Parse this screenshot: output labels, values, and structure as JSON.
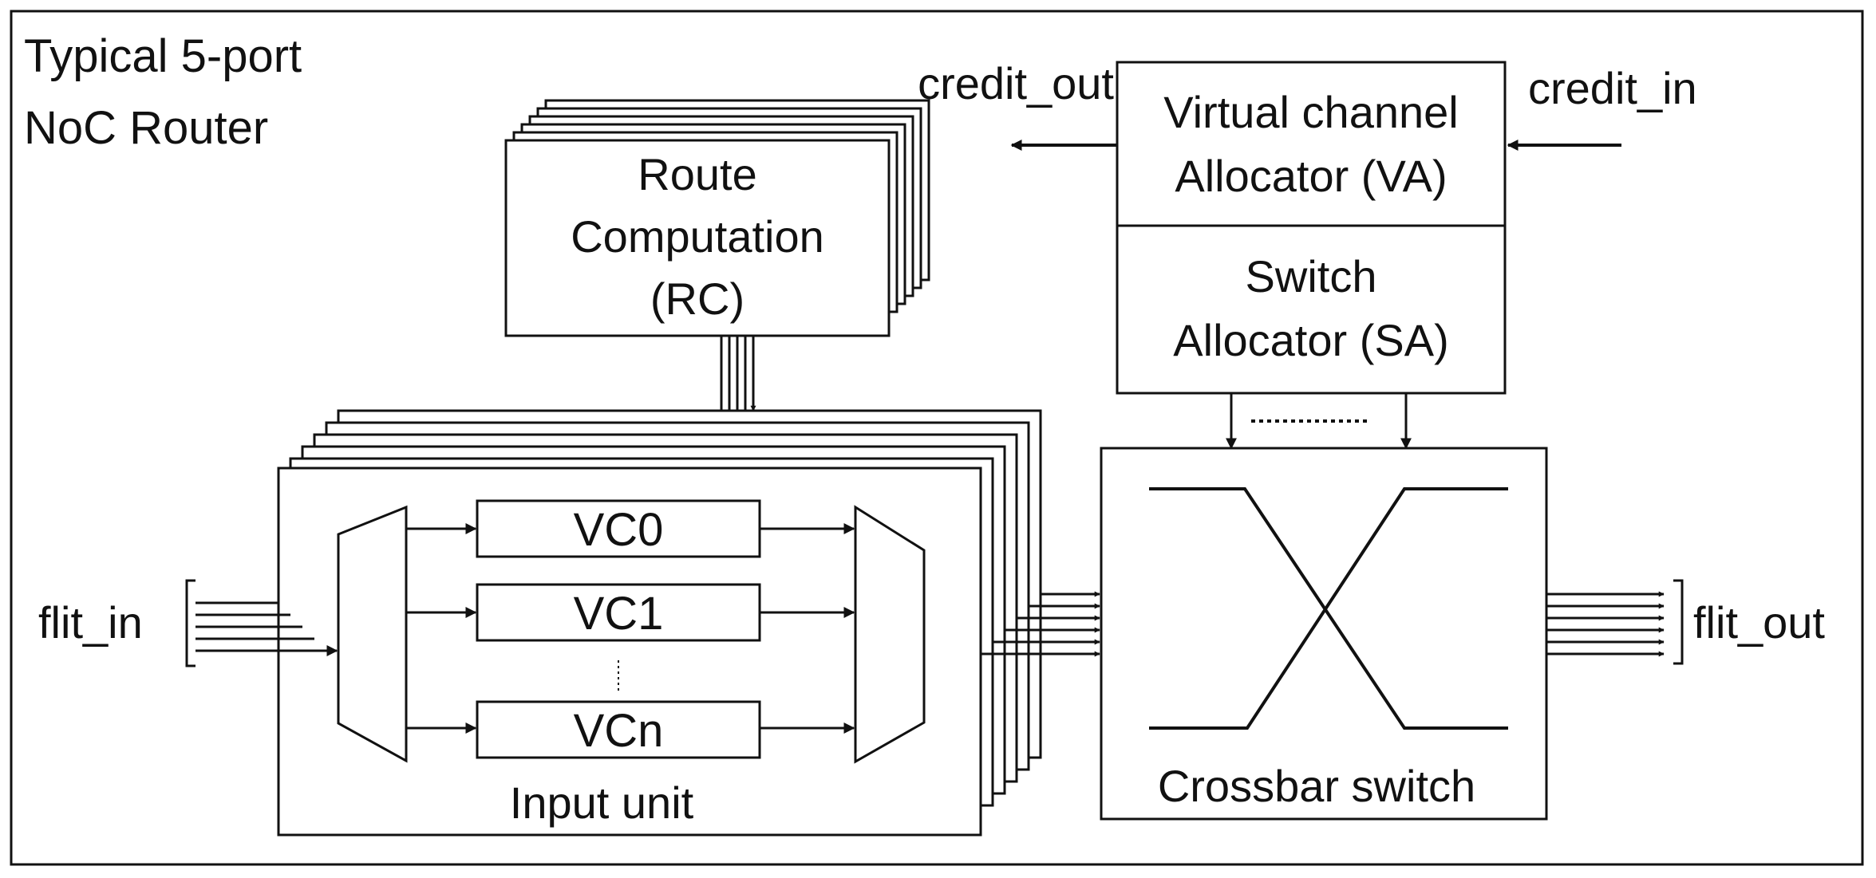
{
  "title": {
    "line1": "Typical 5-port",
    "line2": "NoC Router"
  },
  "route_computation": {
    "line1": "Route",
    "line2": "Computation",
    "line3": "(RC)"
  },
  "virtual_channel_allocator": {
    "line1": "Virtual channel",
    "line2": "Allocator (VA)"
  },
  "switch_allocator": {
    "line1": "Switch",
    "line2": "Allocator (SA)"
  },
  "input_unit": {
    "label": "Input unit",
    "vcs": [
      "VC0",
      "VC1",
      "VCn"
    ]
  },
  "crossbar": {
    "label": "Crossbar switch"
  },
  "ports": {
    "credit_out": "credit_out",
    "credit_in": "credit_in",
    "flit_in": "flit_in",
    "flit_out": "flit_out"
  }
}
